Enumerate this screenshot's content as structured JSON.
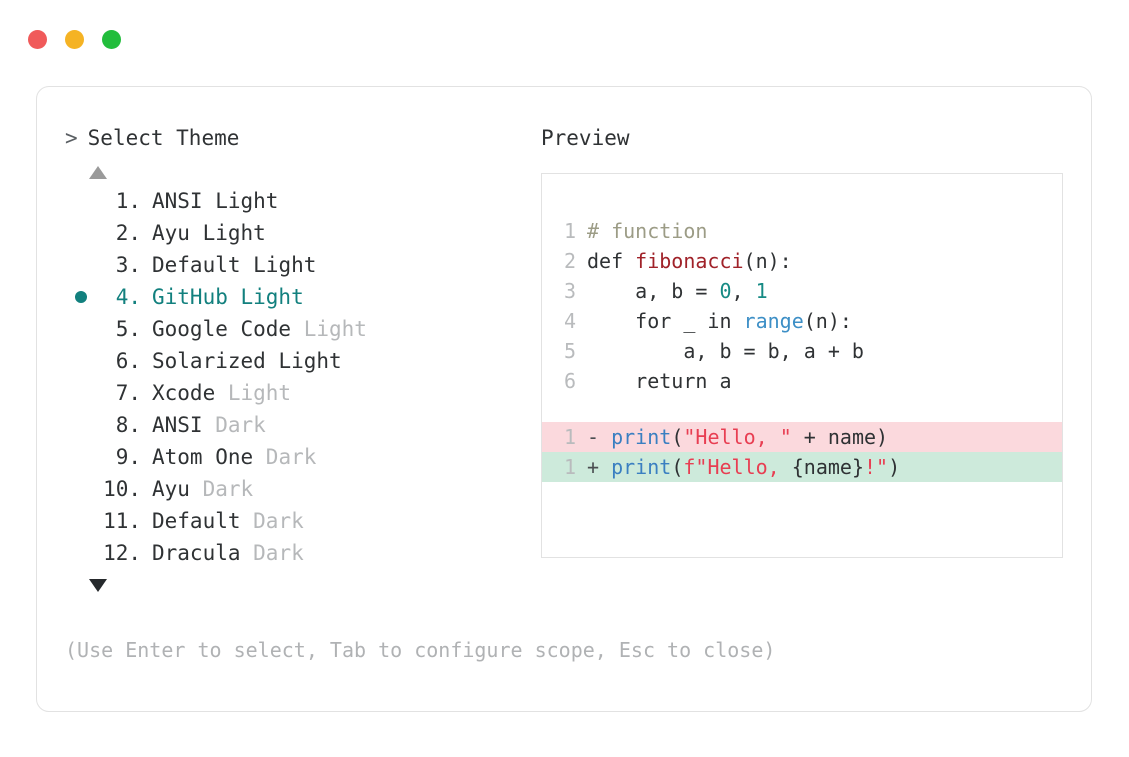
{
  "window": {
    "controls": [
      {
        "name": "close",
        "color": "#f05a5a"
      },
      {
        "name": "minimize",
        "color": "#f5b324"
      },
      {
        "name": "maximize",
        "color": "#22bd3c"
      }
    ]
  },
  "prompt": {
    "caret": ">",
    "title": "Select Theme"
  },
  "scroll": {
    "up_indicator": "▲",
    "down_indicator": "▼"
  },
  "themes": {
    "selected_index": 4,
    "items": [
      {
        "index": "1.",
        "name": "ANSI",
        "variant": "Light",
        "variant_muted": false,
        "selected": false
      },
      {
        "index": "2.",
        "name": "Ayu",
        "variant": "Light",
        "variant_muted": false,
        "selected": false
      },
      {
        "index": "3.",
        "name": "Default",
        "variant": "Light",
        "variant_muted": false,
        "selected": false
      },
      {
        "index": "4.",
        "name": "GitHub",
        "variant": "Light",
        "variant_muted": false,
        "selected": true
      },
      {
        "index": "5.",
        "name": "Google Code",
        "variant": "Light",
        "variant_muted": true,
        "selected": false
      },
      {
        "index": "6.",
        "name": "Solarized",
        "variant": "Light",
        "variant_muted": false,
        "selected": false
      },
      {
        "index": "7.",
        "name": "Xcode",
        "variant": "Light",
        "variant_muted": true,
        "selected": false
      },
      {
        "index": "8.",
        "name": "ANSI",
        "variant": "Dark",
        "variant_muted": true,
        "selected": false
      },
      {
        "index": "9.",
        "name": "Atom One",
        "variant": "Dark",
        "variant_muted": true,
        "selected": false
      },
      {
        "index": "10.",
        "name": "Ayu",
        "variant": "Dark",
        "variant_muted": true,
        "selected": false
      },
      {
        "index": "11.",
        "name": "Default",
        "variant": "Dark",
        "variant_muted": true,
        "selected": false
      },
      {
        "index": "12.",
        "name": "Dracula",
        "variant": "Dark",
        "variant_muted": true,
        "selected": false
      }
    ]
  },
  "preview": {
    "heading": "Preview",
    "code_lines": [
      {
        "line_no": "1",
        "tokens": [
          {
            "text": "# function",
            "type": "comment"
          }
        ]
      },
      {
        "line_no": "2",
        "tokens": [
          {
            "text": "def ",
            "type": "kw"
          },
          {
            "text": "fibonacci",
            "type": "fn"
          },
          {
            "text": "(n):",
            "type": "punct"
          }
        ]
      },
      {
        "line_no": "3",
        "tokens": [
          {
            "text": "    a, b = ",
            "type": "plain"
          },
          {
            "text": "0",
            "type": "num"
          },
          {
            "text": ", ",
            "type": "plain"
          },
          {
            "text": "1",
            "type": "num"
          }
        ]
      },
      {
        "line_no": "4",
        "tokens": [
          {
            "text": "    for _ in ",
            "type": "plain"
          },
          {
            "text": "range",
            "type": "builtin"
          },
          {
            "text": "(n):",
            "type": "punct"
          }
        ]
      },
      {
        "line_no": "5",
        "tokens": [
          {
            "text": "        a, b = b, a + b",
            "type": "plain"
          }
        ]
      },
      {
        "line_no": "6",
        "tokens": [
          {
            "text": "    return a",
            "type": "plain"
          }
        ]
      }
    ],
    "diff_lines": [
      {
        "line_no": "1",
        "kind": "del",
        "marker": "- ",
        "tokens": [
          {
            "text": "print",
            "type": "call"
          },
          {
            "text": "(",
            "type": "punct"
          },
          {
            "text": "\"Hello, \"",
            "type": "str"
          },
          {
            "text": " + name)",
            "type": "plain"
          }
        ]
      },
      {
        "line_no": "1",
        "kind": "add",
        "marker": "+ ",
        "tokens": [
          {
            "text": "print",
            "type": "call"
          },
          {
            "text": "(",
            "type": "punct"
          },
          {
            "text": "f\"Hello, ",
            "type": "str"
          },
          {
            "text": "{name}",
            "type": "plain"
          },
          {
            "text": "!\"",
            "type": "str"
          },
          {
            "text": ")",
            "type": "punct"
          }
        ]
      }
    ]
  },
  "footer": {
    "hint": "(Use Enter to select, Tab to configure scope, Esc to close)"
  }
}
